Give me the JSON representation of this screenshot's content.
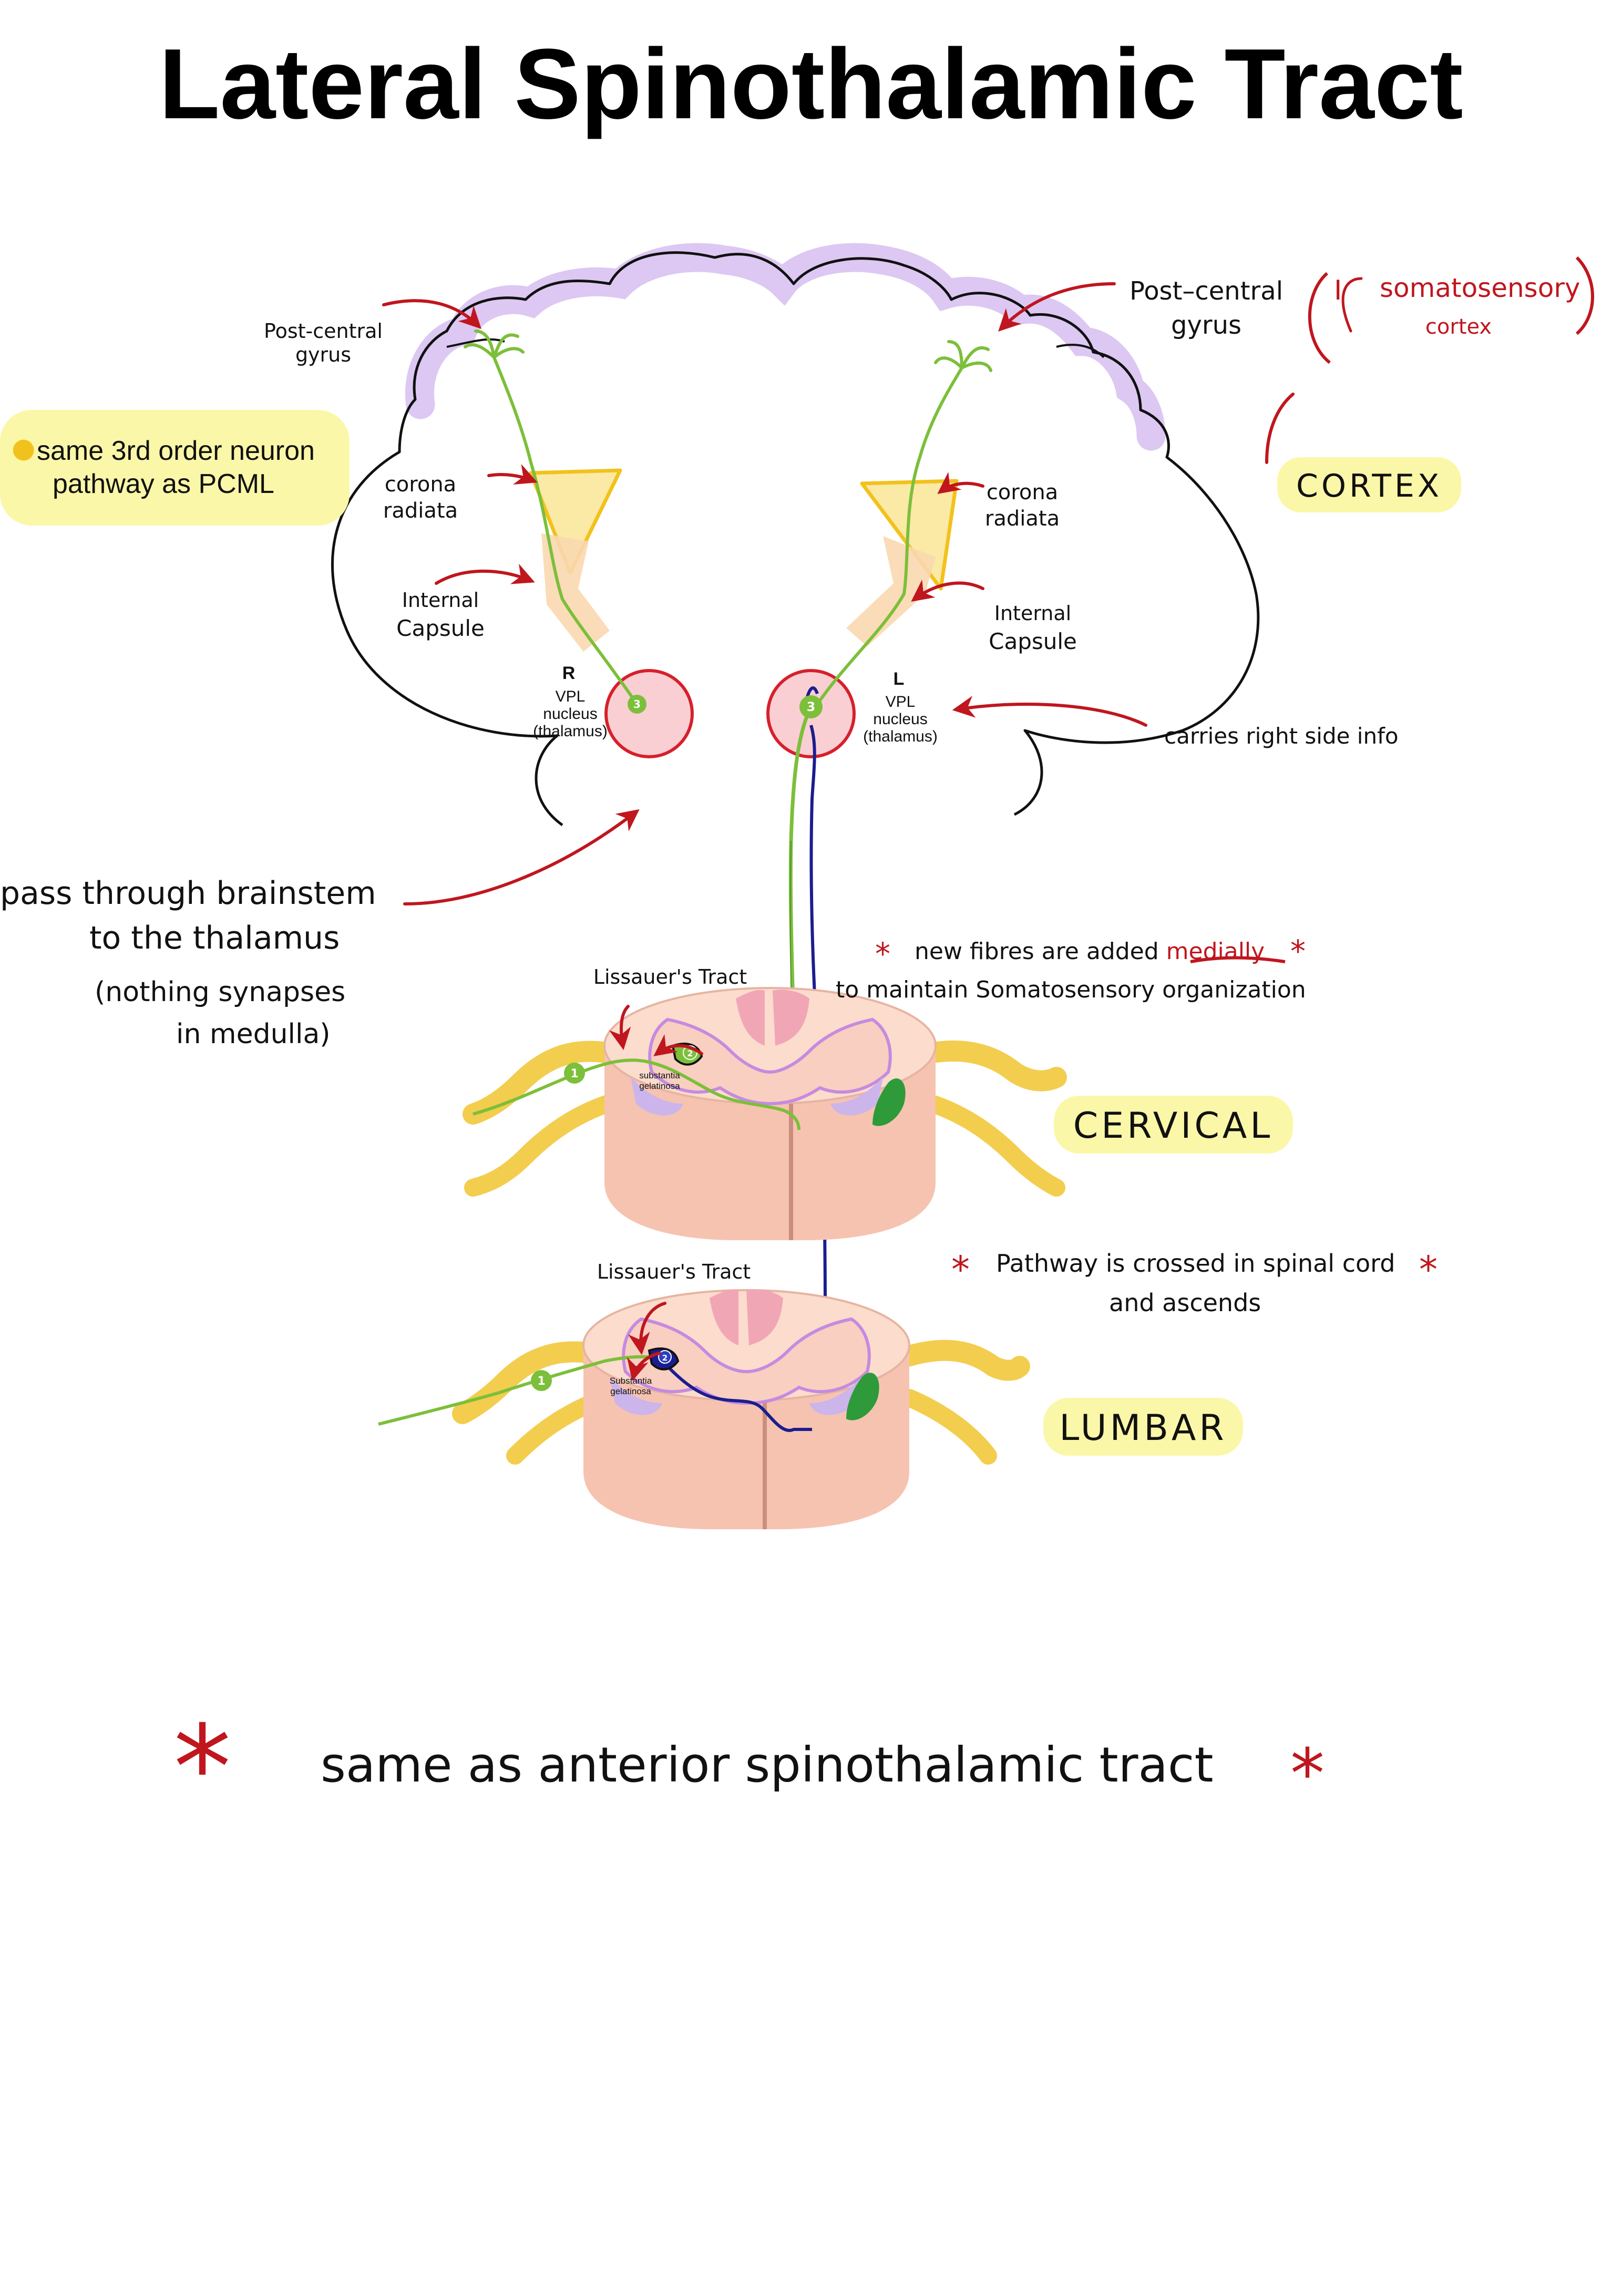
{
  "title": "Lateral  Spinothalamic Tract",
  "colors": {
    "red": "#c0161e",
    "green": "#7cbf3a",
    "navy": "#1b1d8f",
    "highlight": "#fbf7a8",
    "lavender": "#d9c4f0",
    "thalamus_fill": "#f9cfd3",
    "thalamus_stroke": "#d6202b",
    "corona_fill": "#fbe9a6",
    "corona_stroke": "#f2c21c",
    "capsule_fill": "#f9d8b0"
  },
  "icons": {
    "note_icon": "lightbulb-icon"
  },
  "labels": {
    "left_postcentral": [
      "Post-central",
      "gyrus"
    ],
    "right_postcentral": [
      "Post–central",
      "gyrus"
    ],
    "somatosensory_open": "(",
    "somatosensory_roman": "I",
    "somatosensory_word": "somatosensory",
    "somatosensory_close": ")",
    "somatosensory_sub": "cortex",
    "note": [
      "same 3rd order neuron",
      "pathway as PCML"
    ],
    "cortex": "CORTEX",
    "left_corona": [
      "corona",
      "radiata"
    ],
    "right_corona": [
      "corona",
      "radiata"
    ],
    "left_capsule": [
      "Internal",
      "Capsule"
    ],
    "right_capsule": [
      "Internal",
      "Capsule"
    ],
    "left_side": "R",
    "right_side": "L",
    "left_vpl": [
      "VPL",
      "nucleus",
      "(thalamus)"
    ],
    "right_vpl": [
      "VPL",
      "nucleus",
      "(thalamus)"
    ],
    "neuron_3": "3",
    "neuron_2": "2",
    "neuron_1": "1",
    "carries": "carries right side info",
    "brainstem": [
      "pass through brainstem",
      "to  the  thalamus"
    ],
    "brainstem_note": [
      "(nothing synapses",
      "in medulla)"
    ],
    "medial_star_left": "*",
    "medial_pre": "new fibres are added ",
    "medial_word": "medially",
    "medial_star_right": "*",
    "medial_line2": "to maintain Somatosensory organization",
    "lissauer_top": "Lissauer's Tract",
    "lissauer_bottom": "Lissauer's Tract",
    "sg_top": [
      "substantia",
      "gelatinosa"
    ],
    "sg_bottom": [
      "Substantia",
      "gelatinosa"
    ],
    "cervical": "CERVICAL",
    "lumbar": "LUMBAR",
    "crossed_star_left": "*",
    "crossed_line1": "Pathway is crossed in spinal cord",
    "crossed_star_right": "*",
    "crossed_line2": "and ascends",
    "bottom_star_left": "*",
    "bottom_note": "same  as  anterior  spinothalamic  tract",
    "bottom_star_right": "*"
  }
}
